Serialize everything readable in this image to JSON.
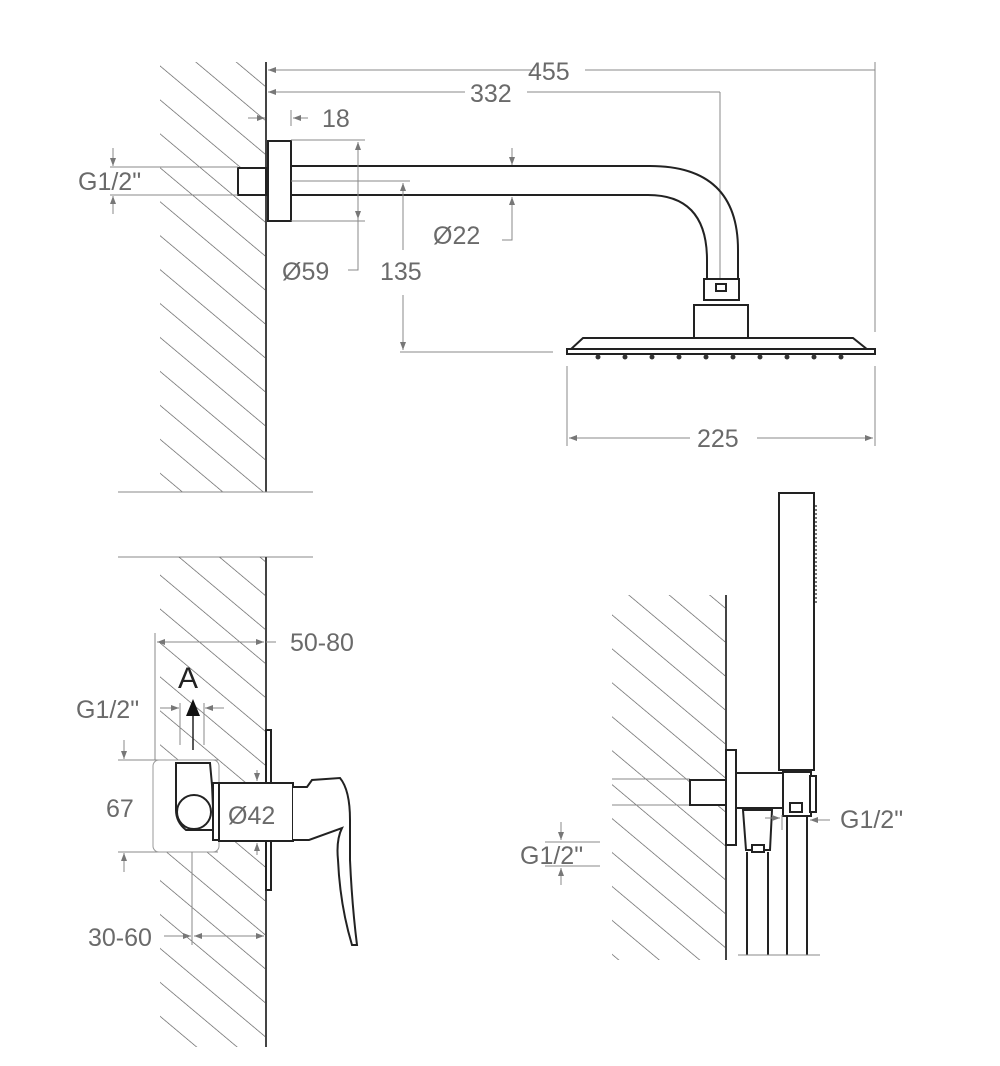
{
  "head_shower": {
    "total_length": "455",
    "arm_reach": "332",
    "flange_depth": "18",
    "inlet_thread": "G1/2\"",
    "flange_diameter": "Ø59",
    "drop_height": "135",
    "arm_diameter": "Ø22",
    "head_width": "225"
  },
  "mixer": {
    "recess_depth": "50-80",
    "view_label": "A",
    "inlet_thread": "G1/2\"",
    "body_height": "67",
    "body_diameter": "Ø42",
    "installation_depth": "30-60"
  },
  "hand_shower": {
    "hose_thread": "G1/2\"",
    "wall_thread": "G1/2\""
  },
  "colors": {
    "line": "#222222",
    "dimension": "#6a6a6a"
  }
}
